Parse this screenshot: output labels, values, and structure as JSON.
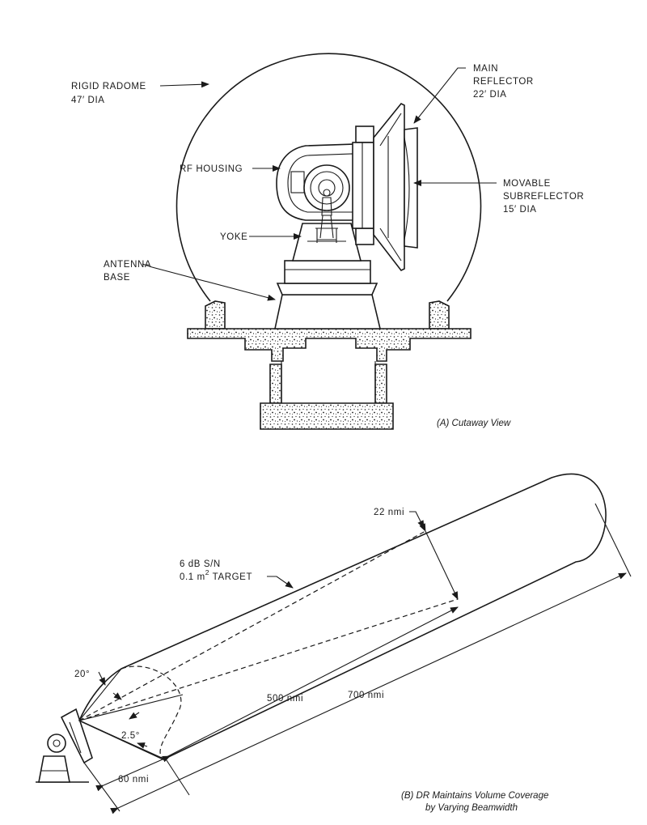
{
  "panel_a": {
    "caption": "(A)  Cutaway View",
    "labels": {
      "radome": [
        "RIGID RADOME",
        "47′ DIA"
      ],
      "main_reflector": [
        "MAIN",
        "REFLECTOR",
        "22′ DIA"
      ],
      "rf_housing": "RF HOUSING",
      "subreflector": [
        "MOVABLE",
        "SUBREFLECTOR",
        "15′ DIA"
      ],
      "yoke": "YOKE",
      "antenna_base": [
        "ANTENNA",
        "BASE"
      ]
    }
  },
  "panel_b": {
    "caption": [
      "(B)  DR Maintains Volume Coverage",
      "by Varying Beamwidth"
    ],
    "labels": {
      "target": [
        "6 dB S/N",
        "0.1 m",
        "2",
        " TARGET"
      ],
      "width_22": "22  nmi",
      "range_500": "500  nmi",
      "range_700": "700  nmi",
      "range_60": "60  nmi",
      "angle_20": "20°",
      "angle_2_5": "2.5°"
    }
  }
}
